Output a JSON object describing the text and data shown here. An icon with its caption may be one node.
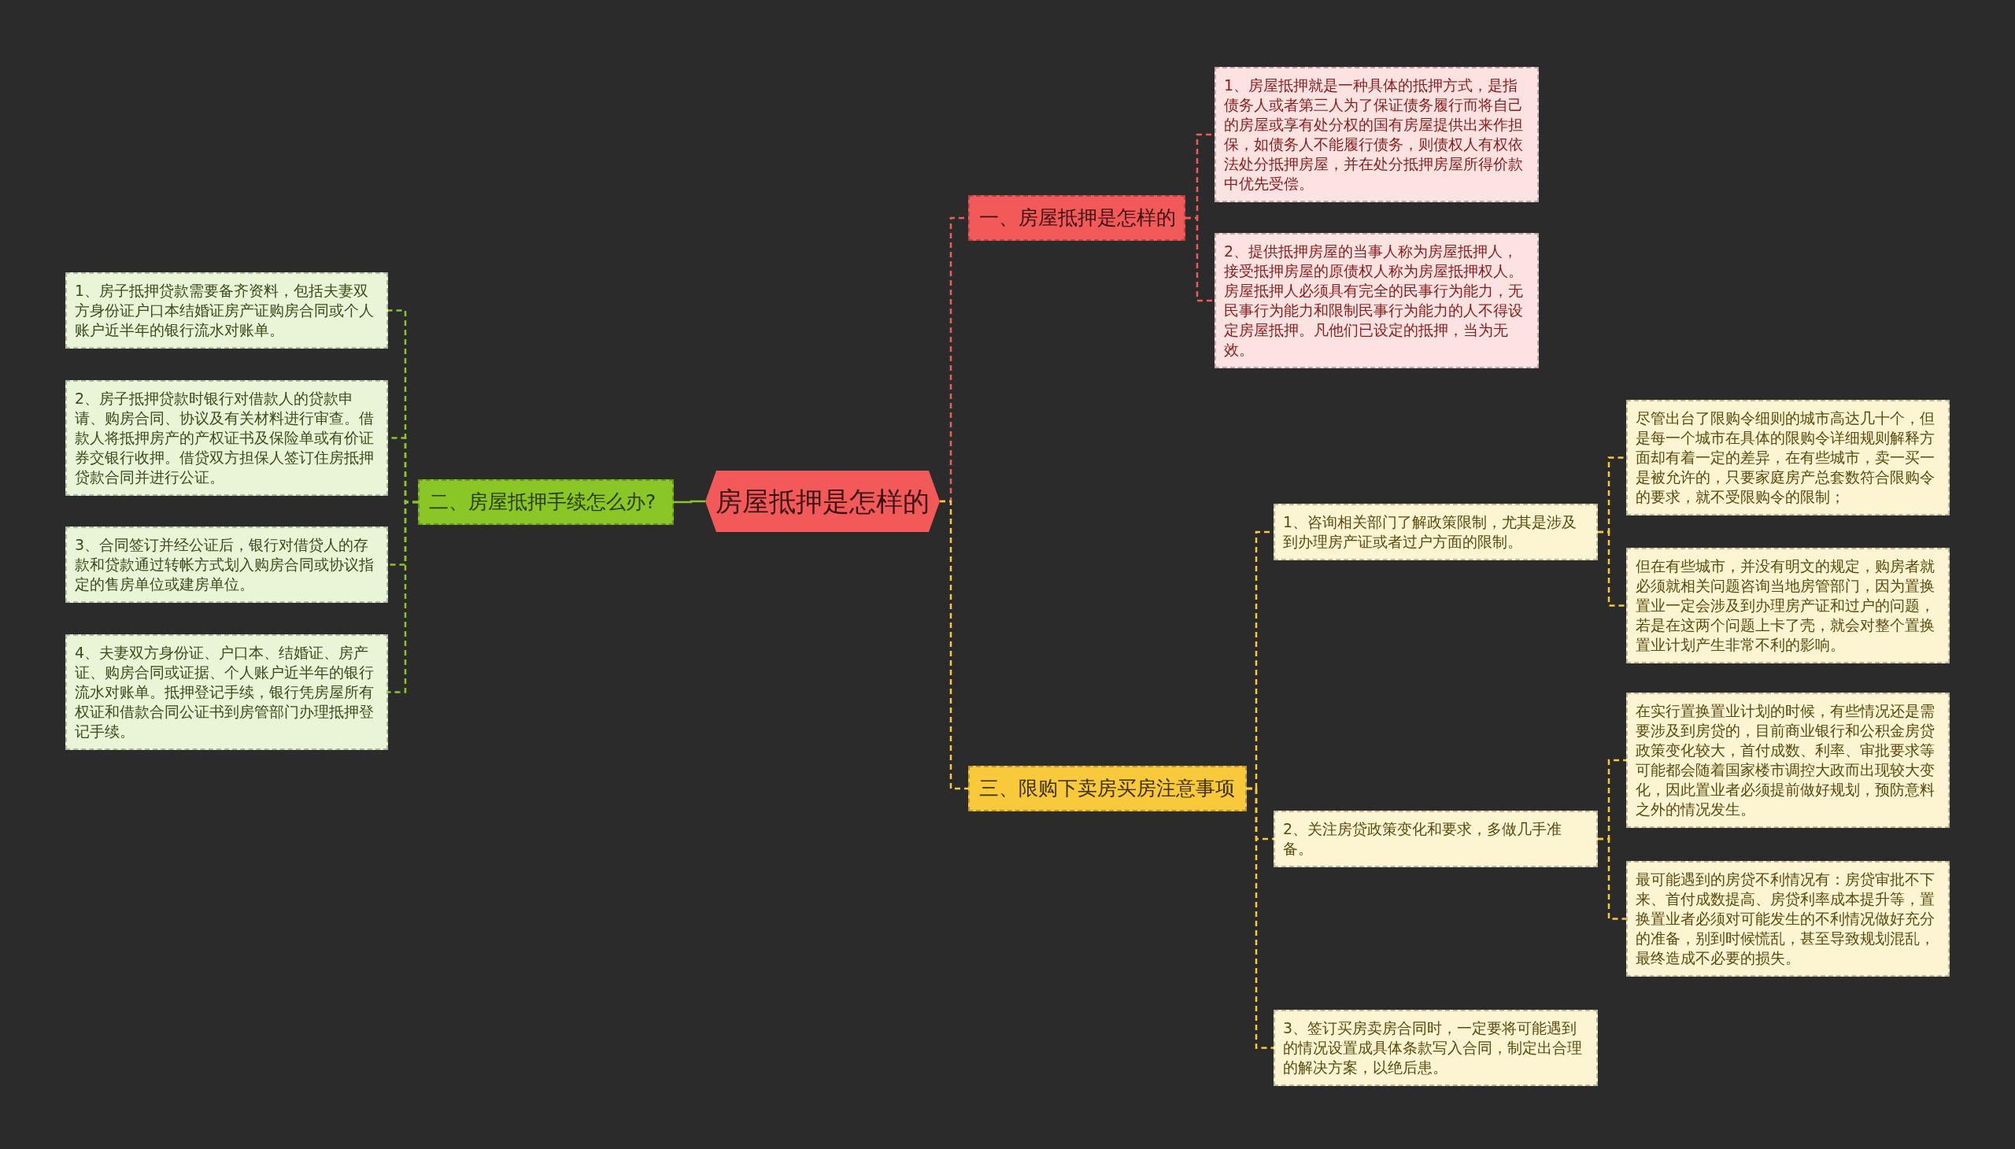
{
  "diagram": {
    "nodes": [
      {
        "text": [
          "房屋抵押是怎样的"
        ]
      },
      {
        "text": [
          "一、房屋抵押是怎样的"
        ]
      },
      {
        "text": [
          "1、房屋抵押就是一种具体的抵押方式，是指债务人或者第三人为了保证债务履行而将自己的房屋或享有处分权的国有房屋提供出来作担保，如债务人不能履行债务，则债权人有权依法处分抵押房屋，并在处分抵押房屋所得价款中优先受偿。"
        ]
      },
      {
        "text": [
          "2、提供抵押房屋的当事人称为房屋抵押人，接受抵押房屋的原债权人称为房屋抵押权人。房屋抵押人必须具有完全的民事行为能力，无民事行为能力和限制民事行为能力的人不得设定房屋抵押。凡他们已设定的抵押，当为无效。"
        ]
      },
      {
        "text": [
          "二、房屋抵押手续怎么办?"
        ]
      },
      {
        "text": [
          "1、房子抵押贷款需要备齐资料，包括夫妻双方身份证户口本结婚证房产证购房合同或个人账户近半年的银行流水对账单。"
        ]
      },
      {
        "text": [
          "2、房子抵押贷款时银行对借款人的贷款申请、购房合同、协议及有关材料进行审查。借款人将抵押房产的产权证书及保险单或有价证券交银行收押。借贷双方担保人签订住房抵押贷款合同并进行公证。"
        ]
      },
      {
        "text": [
          "3、合同签订并经公证后，银行对借贷人的存款和贷款通过转帐方式划入购房合同或协议指定的售房单位或建房单位。"
        ]
      },
      {
        "text": [
          "4、夫妻双方身份证、户口本、结婚证、房产证、购房合同或证据、个人账户近半年的银行流水对账单。抵押登记手续，银行凭房屋所有权证和借款合同公证书到房管部门办理抵押登记手续。"
        ]
      },
      {
        "text": [
          "三、限购下卖房买房注意事项"
        ]
      },
      {
        "text": [
          "1、咨询相关部门了解政策限制，尤其是涉及到办理房产证或者过户方面的限制。"
        ]
      },
      {
        "text": [
          "尽管出台了限购令细则的城市高达几十个，但是每一个城市在具体的限购令详细规则解释方面却有着一定的差异，在有些城市，卖一买一是被允许的，只要家庭房产总套数符合限购令的要求，就不受限购令的限制；"
        ]
      },
      {
        "text": [
          "但在有些城市，并没有明文的规定，购房者就必须就相关问题咨询当地房管部门，因为置换置业一定会涉及到办理房产证和过户的问题，若是在这两个问题上卡了壳，就会对整个置换置业计划产生非常不利的影响。"
        ]
      },
      {
        "text": [
          "2、关注房贷政策变化和要求，多做几手准备。"
        ]
      },
      {
        "text": [
          "在实行置换置业计划的时候，有些情况还是需要涉及到房贷的，目前商业银行和公积金房贷政策变化较大，首付成数、利率、审批要求等可能都会随着国家楼市调控大政而出现较大变化，因此置业者必须提前做好规划，预防意料之外的情况发生。"
        ]
      },
      {
        "text": [
          "最可能遇到的房贷不利情况有：房贷审批不下来、首付成数提高、房贷利率成本提升等，置换置业者必须对可能发生的不利情况做好充分的准备，别到时候慌乱，甚至导致规划混乱，最终造成不必要的损失。"
        ]
      },
      {
        "text": [
          "3、签订买房卖房合同时，一定要将可能遇到的情况设置成具体条款写入合同，制定出合理的解决方案，以绝后患。"
        ]
      }
    ],
    "edges": [
      {
        "from": 0,
        "to": 1,
        "arrow": "none",
        "style": "dashed",
        "color": "#f25a5a"
      },
      {
        "from": 1,
        "to": 2,
        "arrow": "none",
        "style": "dashed",
        "color": "#f25a5a"
      },
      {
        "from": 1,
        "to": 3,
        "arrow": "none",
        "style": "dashed",
        "color": "#f25a5a"
      },
      {
        "from": 0,
        "to": 4,
        "arrow": "none",
        "color": "#8bc627"
      },
      {
        "from": 4,
        "to": 5,
        "arrow": "none",
        "style": "dashed",
        "color": "#8bc627"
      },
      {
        "from": 4,
        "to": 6,
        "arrow": "none",
        "style": "dashed",
        "color": "#8bc627"
      },
      {
        "from": 4,
        "to": 7,
        "arrow": "none",
        "style": "dashed",
        "color": "#8bc627"
      },
      {
        "from": 4,
        "to": 8,
        "arrow": "none",
        "style": "dashed",
        "color": "#8bc627"
      },
      {
        "from": 0,
        "to": 9,
        "arrow": "none",
        "style": "dashed"
      },
      {
        "from": 9,
        "to": 10,
        "arrow": "none",
        "style": "dashed"
      },
      {
        "from": 10,
        "to": 11,
        "arrow": "none",
        "style": "dashed"
      },
      {
        "from": 10,
        "to": 12,
        "arrow": "none",
        "style": "dashed"
      },
      {
        "from": 9,
        "to": 13,
        "arrow": "none",
        "style": "dashed"
      },
      {
        "from": 13,
        "to": 14,
        "arrow": "none",
        "style": "dashed"
      },
      {
        "from": 13,
        "to": 15,
        "arrow": "none",
        "style": "dashed"
      },
      {
        "from": 9,
        "to": 16,
        "arrow": "none",
        "style": "dashed"
      }
    ]
  }
}
